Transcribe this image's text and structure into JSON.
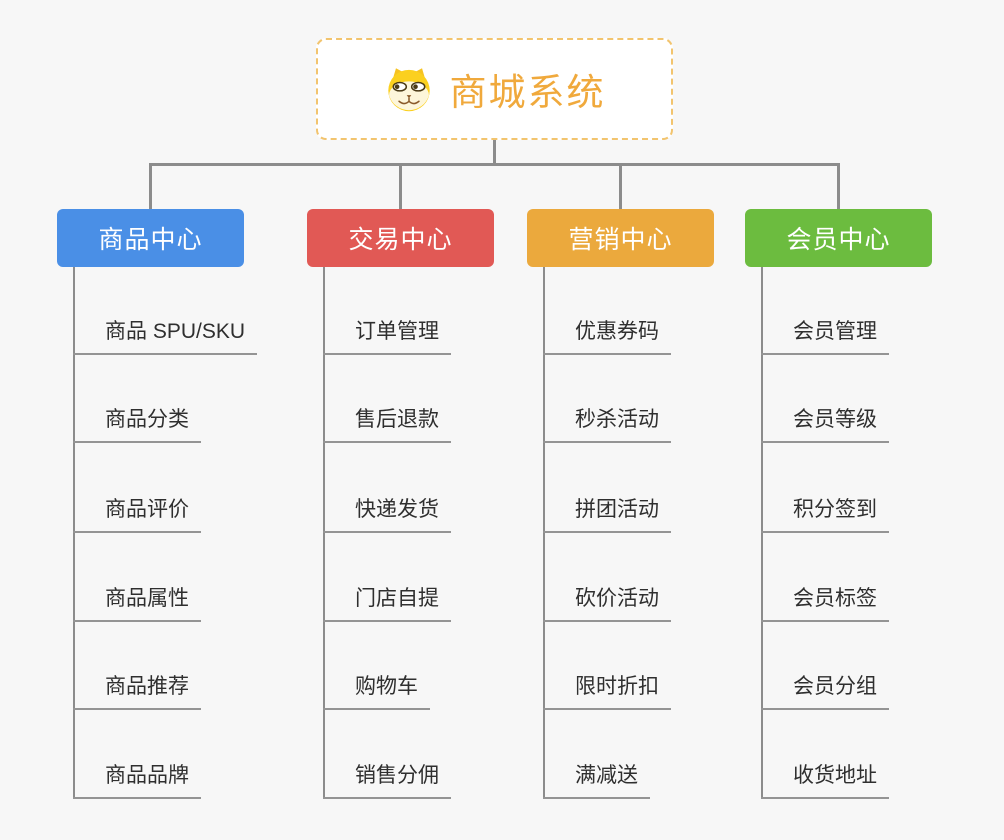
{
  "root": {
    "title": "商城系统",
    "icon": "shiba-dog-icon"
  },
  "colors": {
    "background": "#f7f7f7",
    "root_border": "#f2c46e",
    "root_text": "#f0a93c",
    "connector": "#8c8c8c",
    "underline": "#949494",
    "child_text": "#2f2f2f"
  },
  "branches": [
    {
      "label": "商品中心",
      "color": "#4a8fe6",
      "children": [
        "商品 SPU/SKU",
        "商品分类",
        "商品评价",
        "商品属性",
        "商品推荐",
        "商品品牌"
      ]
    },
    {
      "label": "交易中心",
      "color": "#e15955",
      "children": [
        "订单管理",
        "售后退款",
        "快递发货",
        "门店自提",
        "购物车",
        "销售分佣"
      ]
    },
    {
      "label": "营销中心",
      "color": "#eba93d",
      "children": [
        "优惠券码",
        "秒杀活动",
        "拼团活动",
        "砍价活动",
        "限时折扣",
        "满减送"
      ]
    },
    {
      "label": "会员中心",
      "color": "#6cbc3f",
      "children": [
        "会员管理",
        "会员等级",
        "积分签到",
        "会员标签",
        "会员分组",
        "收货地址"
      ]
    }
  ]
}
